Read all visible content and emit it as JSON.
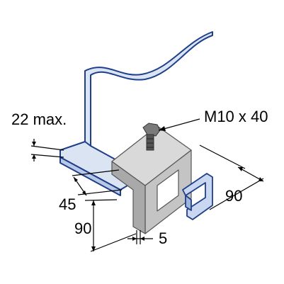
{
  "labels": {
    "max_thickness": "22 max.",
    "bolt": "M10 x 40",
    "width": "90",
    "depth": "45",
    "height": "90",
    "thickness": "5"
  },
  "colors": {
    "structure_stroke": "#1e3f8a",
    "structure_fill": "#dbe4f3",
    "clamp_fill": "#d9d9d9",
    "clamp_side": "#a9a9a9",
    "channel_fill": "#c9d8f0",
    "bolt_fill": "#7a7a7a",
    "line": "#000000"
  }
}
